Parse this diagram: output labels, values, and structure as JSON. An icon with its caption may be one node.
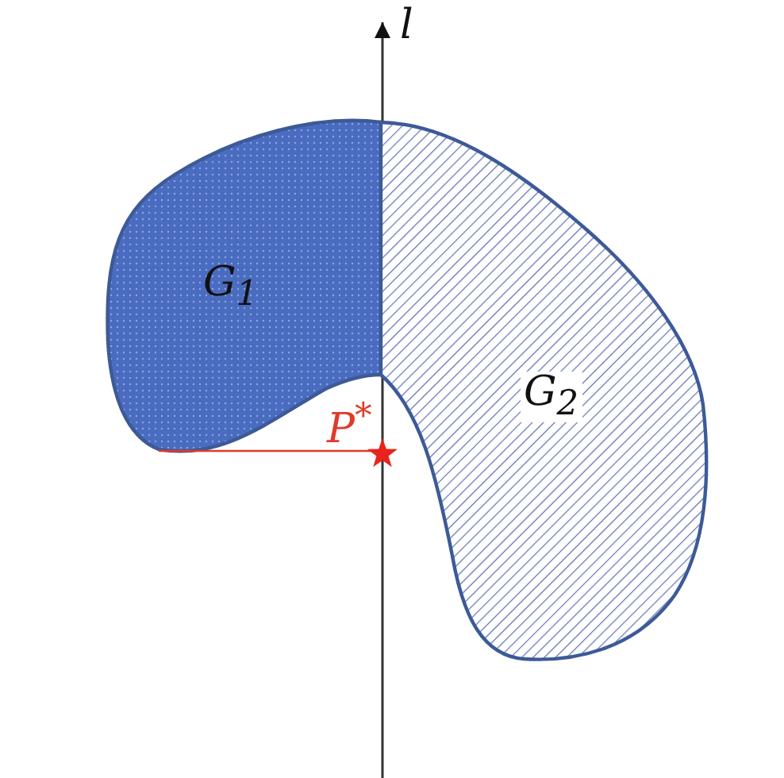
{
  "diagram": {
    "nodes": [
      {
        "text": [
          "G$_{1}$"
        ]
      },
      {
        "text": [
          "G$_{2}$"
        ]
      }
    ],
    "labels": [
      "l",
      "P$^{*}$"
    ]
  }
}
